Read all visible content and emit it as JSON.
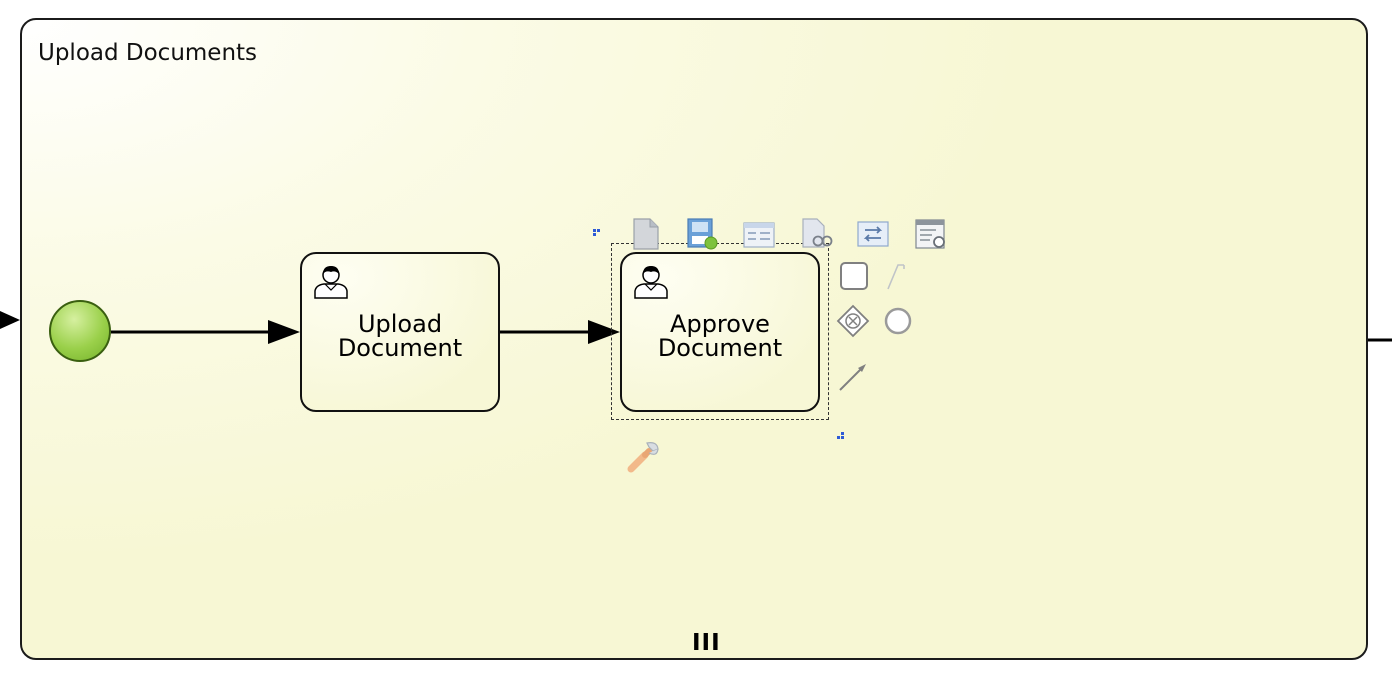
{
  "subprocess": {
    "title": "Upload Documents",
    "marker": "III"
  },
  "tasks": [
    {
      "label": "Upload\nDocument",
      "icon": "user-icon"
    },
    {
      "label": "Approve\nDocument",
      "icon": "user-icon"
    }
  ],
  "toolbar": {
    "icons": [
      "document-icon",
      "form-save-icon",
      "table-form-icon",
      "document-search-icon",
      "swap-icon",
      "form-preview-icon"
    ]
  },
  "palette": {
    "icons": [
      "task-shape-icon",
      "annotation-icon",
      "gateway-icon",
      "end-event-icon",
      "connector-arrow-icon"
    ]
  },
  "colors": {
    "start_event": "#8cc63f",
    "subprocess_fill": "#f8f8d8",
    "border": "#1b1b1b",
    "handle": "#2e5bd6"
  }
}
